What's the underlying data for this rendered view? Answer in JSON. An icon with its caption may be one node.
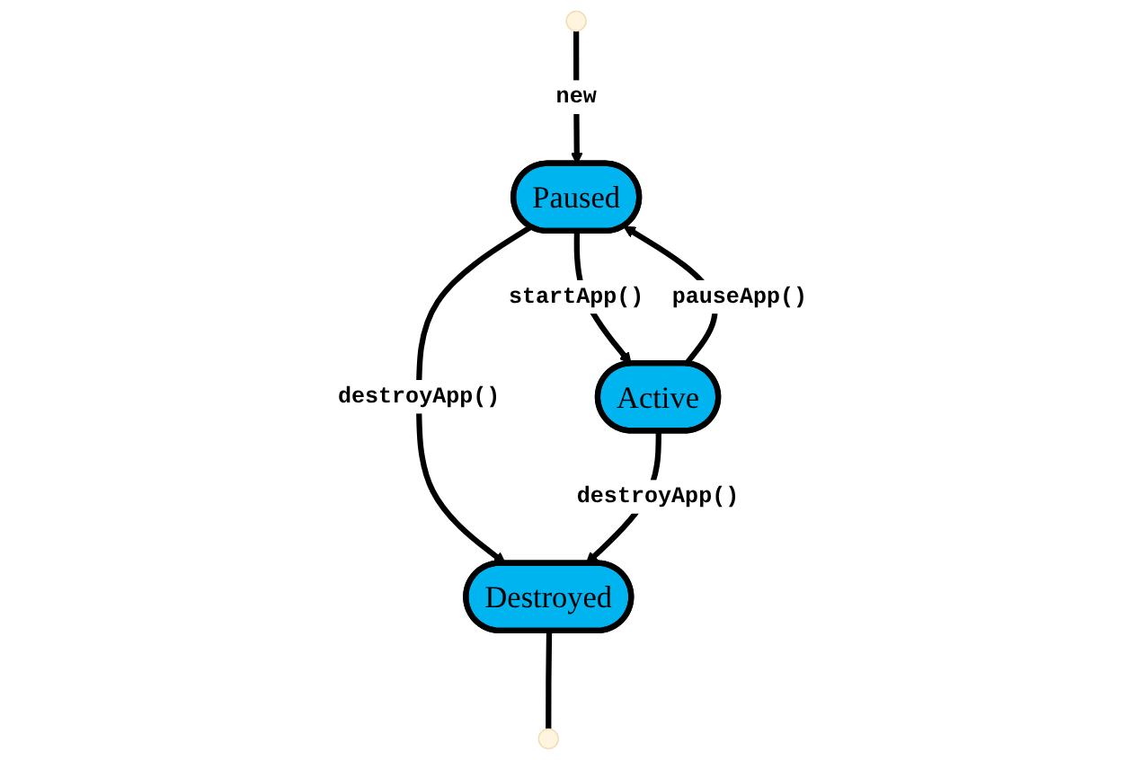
{
  "diagram": {
    "nodes": [
      {
        "text": [],
        "shape": "circle"
      },
      {
        "text": [
          "Paused"
        ]
      },
      {
        "text": [
          "Active"
        ]
      },
      {
        "text": [
          "Destroyed"
        ]
      },
      {
        "text": [],
        "shape": "circle"
      }
    ],
    "edges": [
      {
        "from": 0,
        "to": 1,
        "arrow": "to",
        "label": "new"
      },
      {
        "from": 1,
        "to": 3,
        "arrow": "to",
        "label": "destroyApp()"
      },
      {
        "from": 1,
        "to": 2,
        "arrow": "to",
        "label": "startApp()"
      },
      {
        "from": 2,
        "to": 1,
        "arrow": "to",
        "label": "pauseApp()"
      },
      {
        "from": 2,
        "to": 3,
        "arrow": "to",
        "label": "destroyApp()"
      },
      {
        "from": 3,
        "to": 4,
        "arrow": "none"
      }
    ]
  }
}
